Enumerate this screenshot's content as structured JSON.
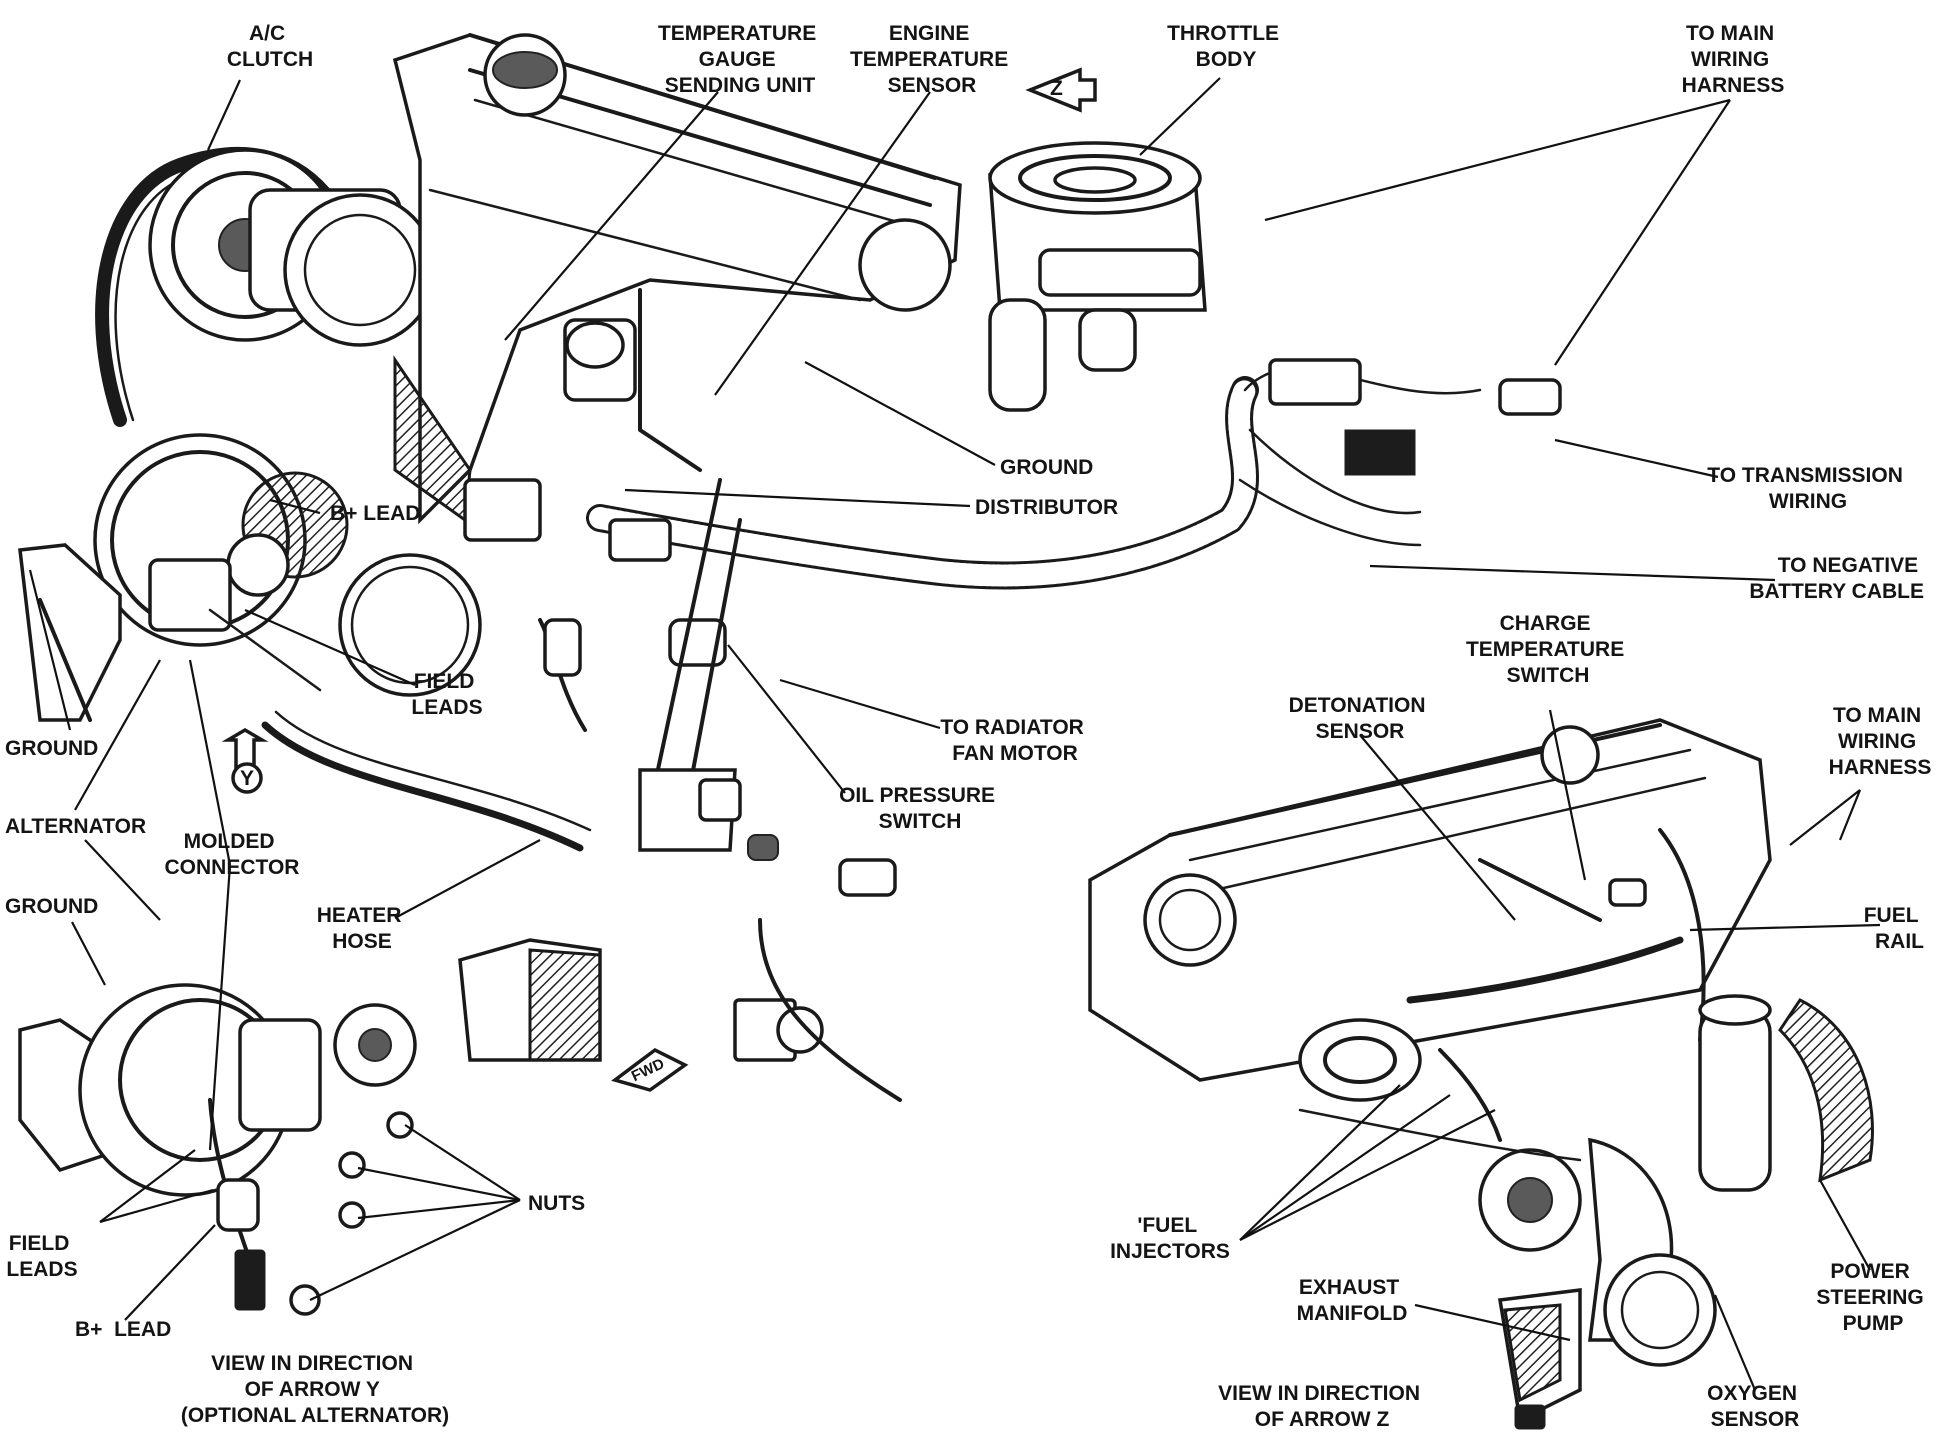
{
  "labels": {
    "ac_clutch": [
      "A/C",
      "CLUTCH"
    ],
    "temperature_gauge_sending_unit": [
      "TEMPERATURE",
      "GAUGE",
      "SENDING UNIT"
    ],
    "engine_temperature_sensor": [
      "ENGINE",
      "TEMPERATURE",
      "SENSOR"
    ],
    "throttle_body": [
      "THROTTLE",
      "BODY"
    ],
    "to_main_wiring_harness_top": [
      "TO MAIN",
      "WIRING",
      "HARNESS"
    ],
    "ground_main": "GROUND",
    "to_transmission_wiring": [
      "TO TRANSMISSION",
      "WIRING"
    ],
    "b_plus_lead_main": "B+ LEAD",
    "distributor": "DISTRIBUTOR",
    "to_negative_battery_cable": [
      "TO NEGATIVE",
      "BATTERY CABLE"
    ],
    "field_leads_main": [
      "FIELD",
      "LEADS"
    ],
    "to_radiator_fan_motor": [
      "TO RADIATOR",
      "FAN MOTOR"
    ],
    "ground_left": "GROUND",
    "oil_pressure_switch": [
      "OIL PRESSURE",
      "SWITCH"
    ],
    "alternator": "ALTERNATOR",
    "molded_connector": [
      "MOLDED",
      "CONNECTOR"
    ],
    "ground_inset_y": "GROUND",
    "heater_hose": [
      "HEATER",
      "HOSE"
    ],
    "nuts": "NUTS",
    "field_leads_inset_y": [
      "FIELD",
      "LEADS"
    ],
    "b_plus_lead_inset_y": "B+  LEAD",
    "view_arrow_y": [
      "VIEW IN DIRECTION",
      "OF ARROW Y",
      "(OPTIONAL ALTERNATOR)"
    ],
    "charge_temperature_switch": [
      "CHARGE",
      "TEMPERATURE",
      "SWITCH"
    ],
    "detonation_sensor": [
      "DETONATION",
      "SENSOR"
    ],
    "to_main_wiring_harness_inset_z": [
      "TO MAIN",
      "WIRING",
      "HARNESS"
    ],
    "fuel_rail": [
      "FUEL",
      "RAIL"
    ],
    "fuel_injectors": [
      "'FUEL",
      "INJECTORS"
    ],
    "exhaust_manifold": [
      "EXHAUST",
      "MANIFOLD"
    ],
    "power_steering_pump": [
      "POWER",
      "STEERING",
      "PUMP"
    ],
    "view_arrow_z": [
      "VIEW IN DIRECTION",
      "OF ARROW Z"
    ],
    "oxygen_sensor": [
      "OXYGEN",
      "SENSOR"
    ]
  },
  "markers": {
    "arrow_z": "Z",
    "arrow_y": "Y",
    "fwd": "FWD"
  }
}
